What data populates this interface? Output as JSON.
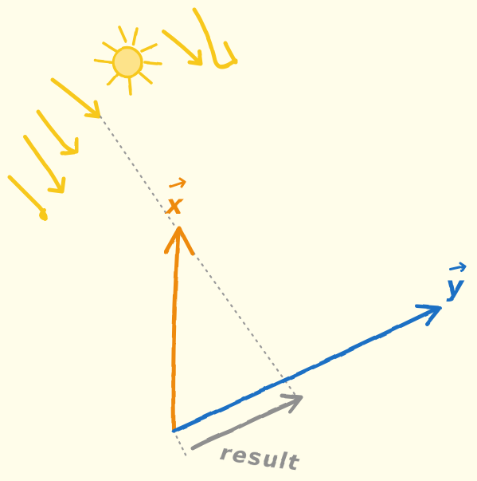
{
  "diagram": {
    "labels": {
      "vector_x": "x",
      "vector_y": "y",
      "result": "result"
    },
    "colors": {
      "background": "#fffdea",
      "vector_x": "#ee8a10",
      "vector_y": "#1f6fc4",
      "result": "#8f8f8f",
      "projection_line": "#9a9a9a",
      "sun": "#f7c81e",
      "sun_core": "#fde38a"
    },
    "icons": [
      "sun-icon",
      "light-ray-arrow-icon"
    ]
  }
}
